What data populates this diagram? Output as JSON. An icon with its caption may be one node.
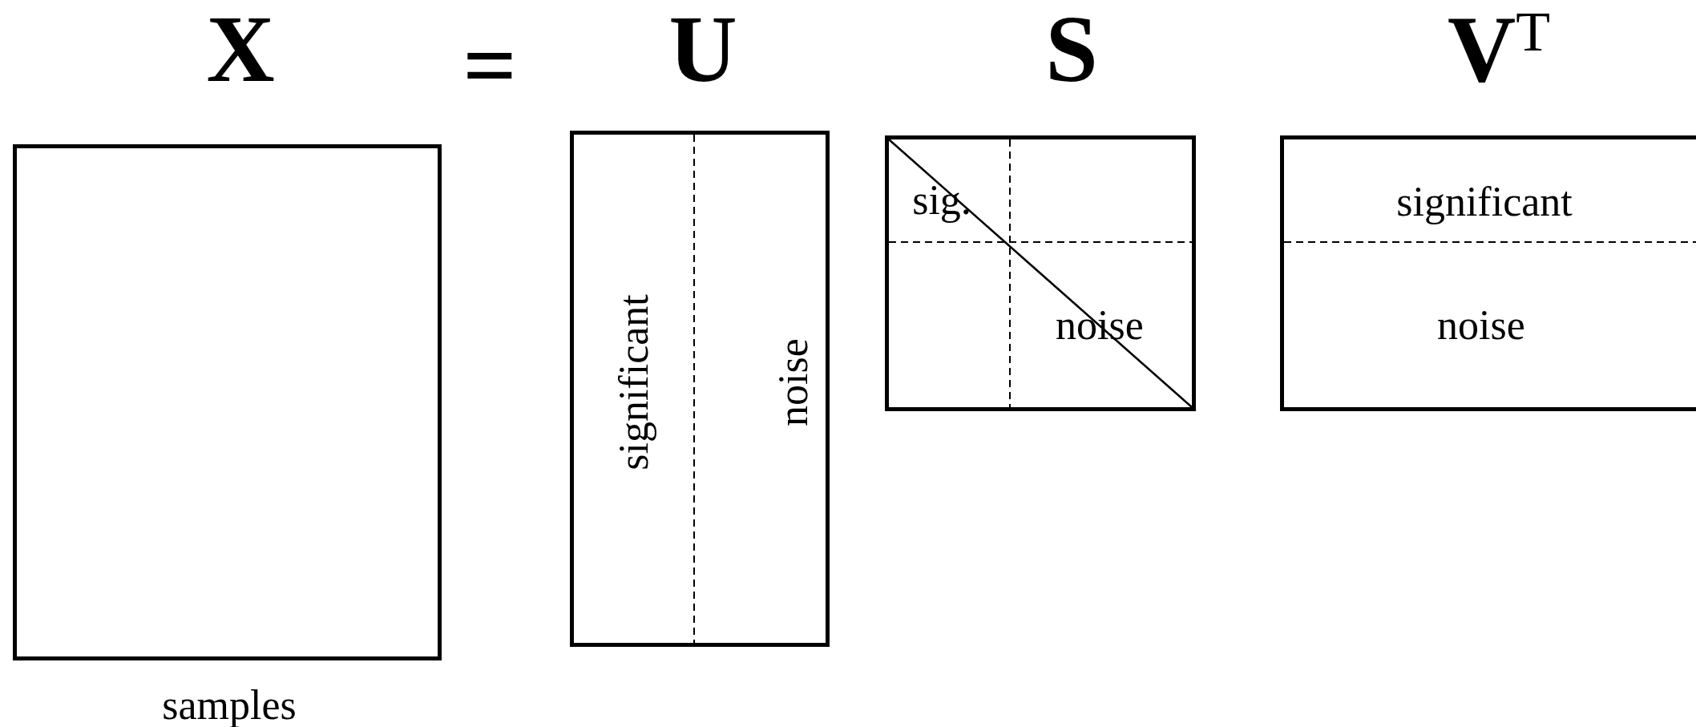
{
  "diagram": {
    "nodes": [
      {
        "text": [
          "X"
        ],
        "beside": [
          "samples"
        ]
      },
      {
        "text": [
          "U",
          "significant",
          "noise"
        ]
      },
      {
        "text": [
          "S",
          "sig.",
          "noise"
        ]
      },
      {
        "text": [
          "V$^{T}$",
          "significant",
          "noise"
        ]
      }
    ],
    "labels": [
      "="
    ]
  }
}
